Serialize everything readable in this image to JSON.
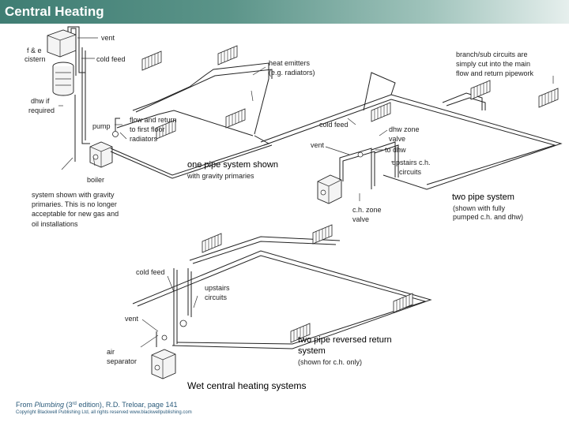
{
  "title": "Central Heating",
  "colors": {
    "title_bar": "#4a8578",
    "title_text": "#ffffff",
    "source_text": "#2a5a7a"
  },
  "one_pipe": {
    "vent": "vent",
    "fe_cistern_1": "f & e",
    "fe_cistern_2": "cistern",
    "cold_feed": "cold feed",
    "heat_emitters_1": "heat emitters",
    "heat_emitters_2": "(e.g. radiators)",
    "dhw_required_1": "dhw if",
    "dhw_required_2": "required",
    "pump": "pump",
    "flow_return_1": "flow and return",
    "flow_return_2": "to first floor",
    "flow_return_3": "radiators",
    "boiler": "boiler",
    "heading": "one pipe system shown",
    "subheading": "with gravity primaries",
    "note_1": "system shown with gravity",
    "note_2": "primaries. This is no longer",
    "note_3": "acceptable for new gas and",
    "note_4": "oil installations"
  },
  "two_pipe": {
    "branch_1": "branch/sub circuits are",
    "branch_2": "simply cut into the main",
    "branch_3": "flow and return pipework",
    "cold_feed": "cold feed",
    "vent": "vent",
    "dhw_zone_1": "dhw zone",
    "dhw_zone_2": "valve",
    "to_dhw": "to dhw",
    "upstairs_1": "upstairs c.h.",
    "upstairs_2": "circuits",
    "ch_zone_1": "c.h. zone",
    "ch_zone_2": "valve",
    "heading": "two pipe system",
    "sub_1": "(shown with fully",
    "sub_2": "pumped c.h. and dhw)"
  },
  "reversed": {
    "cold_feed": "cold feed",
    "upstairs_1": "upstairs",
    "upstairs_2": "circuits",
    "vent": "vent",
    "air_sep_1": "air",
    "air_sep_2": "separator",
    "heading_1": "two pipe reversed return",
    "heading_2": "system",
    "sub": "(shown for c.h. only)"
  },
  "caption": "Wet central heating systems",
  "source": {
    "prefix": "From ",
    "book": "Plumbing",
    "edition_open": " (3",
    "edition_sup": "rd",
    "rest": " edition), R.D. Treloar, page 141"
  },
  "copyright": "Copyright Blackwell Publishing Ltd, all rights reserved www.blackwellpublishing.com"
}
